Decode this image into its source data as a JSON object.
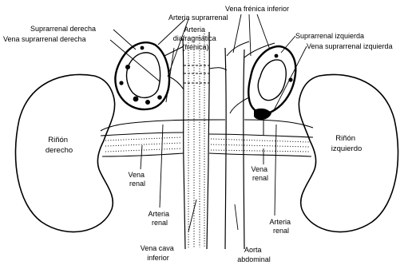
{
  "labels": {
    "vena_frenica_inferior": "Vena frénica inferior",
    "arteria_suprarrenal": "Arteria suprarrenal",
    "suprarrenal_derecha": "Suprarrenal derecha",
    "vena_suprarrenal_derecha": "Vena suprarrenal derecha",
    "arteria_diafragmatica": [
      "Arteria",
      "diafragmática",
      "(frénica)"
    ],
    "suprarrenal_izquierda": "Suprarrenal izquierda",
    "vena_suprarrenal_izquierda": "Vena suprarrenal izquierda",
    "rinon_derecho": [
      "Riñón",
      "derecho"
    ],
    "rinon_izquierdo": [
      "Riñón",
      "izquierdo"
    ],
    "vena_renal_derecha": [
      "Vena",
      "renal"
    ],
    "vena_renal_izquierda": [
      "Vena",
      "renal"
    ],
    "arteria_renal_derecha": [
      "Arteria",
      "renal"
    ],
    "arteria_renal_izquierda": [
      "Arteria",
      "renal"
    ],
    "vena_cava_inferior": [
      "Vena cava",
      "inferior"
    ],
    "aorta_abdominal": [
      "Aorta",
      "abdominal"
    ]
  },
  "colors": {
    "ink": "#000000",
    "background": "#ffffff"
  }
}
